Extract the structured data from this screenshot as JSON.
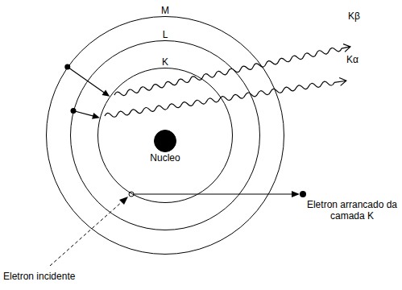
{
  "diagram": {
    "nodes": [
      {
        "text": [
          "M"
        ]
      },
      {
        "text": [
          "L"
        ],
        "in": 0
      },
      {
        "text": [
          "K"
        ],
        "in": 1
      },
      {
        "text": [
          "Nucleo"
        ],
        "in": 2
      }
    ],
    "edges": [
      {
        "from": 0,
        "to": 2,
        "arrow": "to"
      },
      {
        "from": 1,
        "to": 2,
        "arrow": "to"
      }
    ],
    "labels": [
      "Kβ",
      "Kα",
      "Eletron arrancado da camada K",
      "Eletron incidente"
    ]
  }
}
